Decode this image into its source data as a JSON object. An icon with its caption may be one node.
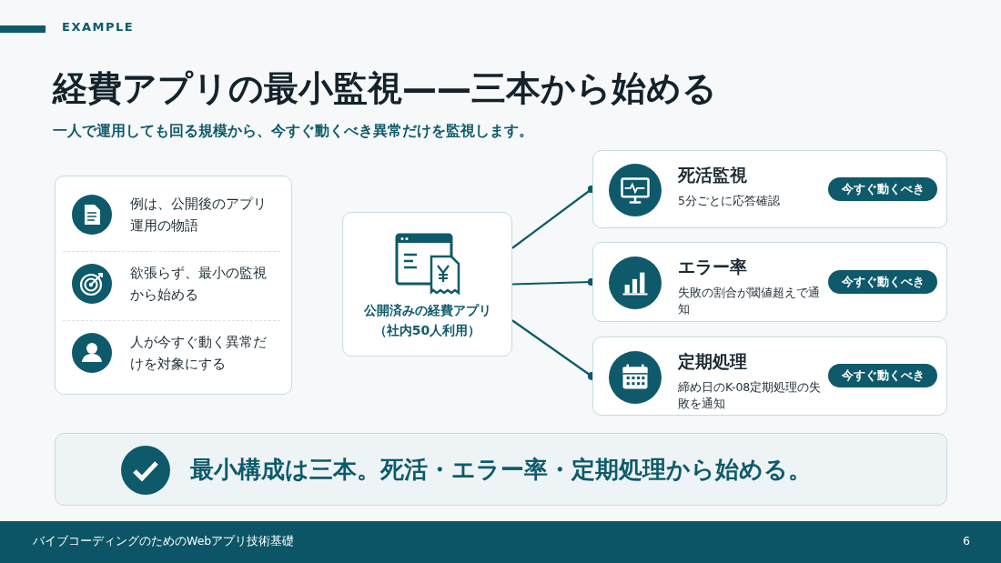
{
  "diagram": {
    "title": "経費アプリの最小監視——三本から始める",
    "nodes": [
      {
        "text": [
          "例は、公開後のアプリ運用の物語",
          "欲張らず、最小の監視から始める",
          "人が今すぐ動く異常だけを対象にする"
        ]
      },
      {
        "text": [
          "公開済みの経費アプリ（社内50人利用）"
        ]
      },
      {
        "text": [
          "死活監視",
          "5分ごとに応答確認"
        ]
      },
      {
        "text": [
          "今すぐ動くべき"
        ],
        "in": 2
      },
      {
        "text": [
          "エラー率",
          "失敗の割合が閾値超えで通知"
        ]
      },
      {
        "text": [
          "今すぐ動くべき"
        ],
        "in": 4
      },
      {
        "text": [
          "定期処理",
          "締め日のK-08定期処理の失敗を通知"
        ]
      },
      {
        "text": [
          "今すぐ動くべき"
        ],
        "in": 6
      },
      {
        "text": [
          "最小構成は三本。死活・エラー率・定期処理から始める。"
        ]
      }
    ],
    "edges": [
      {
        "from": 1,
        "to": 2,
        "arrow": "other"
      },
      {
        "from": 1,
        "to": 4,
        "arrow": "other"
      },
      {
        "from": 1,
        "to": 6,
        "arrow": "other"
      }
    ],
    "labels": [
      "EXAMPLE",
      "一人で運用しても回る規模から、今すぐ動くべき異常だけを監視します。",
      "バイブコーディングのためのWebアプリ技術基礎",
      "6"
    ]
  }
}
